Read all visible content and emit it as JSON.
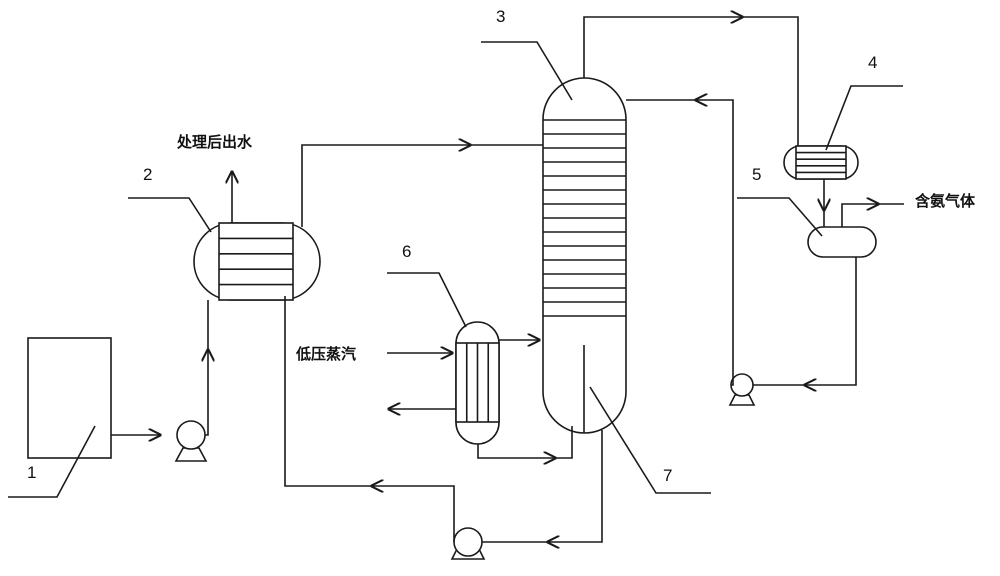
{
  "labels": {
    "treated_water": "处理后出水",
    "ammonia_gas": "含氨气体",
    "low_pressure_steam": "低压蒸汽"
  },
  "numbers": {
    "n1": "1",
    "n2": "2",
    "n3": "3",
    "n4": "4",
    "n5": "5",
    "n6": "6",
    "n7": "7"
  },
  "colors": {
    "line": "#1a1a1a",
    "background": "#ffffff"
  }
}
